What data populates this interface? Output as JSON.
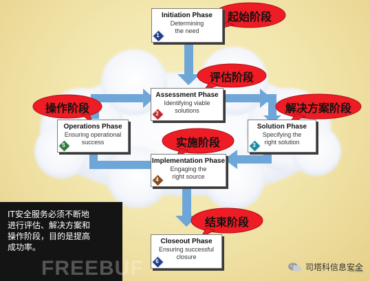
{
  "phases": {
    "initiation": {
      "title": "Initiation Phase",
      "desc1": "Determining",
      "desc2": "the need",
      "num": "1",
      "callout": "起始阶段"
    },
    "assessment": {
      "title": "Assessment Phase",
      "desc1": "Identifying viable",
      "desc2": "solutions",
      "num": "2",
      "callout": "评估阶段"
    },
    "solution": {
      "title": "Solution Phase",
      "desc1": "Specifying the",
      "desc2": "right solution",
      "num": "3",
      "callout": "解决方案阶段"
    },
    "implementation": {
      "title": "Implementation Phase",
      "desc1": "Engaging the",
      "desc2": "right source",
      "num": "4",
      "callout": "实施阶段"
    },
    "operations": {
      "title": "Operations Phase",
      "desc1": "Ensuring operational",
      "desc2": "success",
      "num": "5",
      "callout": "操作阶段"
    },
    "closeout": {
      "title": "Closeout Phase",
      "desc1": "Ensuring successful",
      "desc2": "closure",
      "num": "6",
      "callout": "结束阶段"
    }
  },
  "caption": {
    "line1": "IT安全服务必须不断地",
    "line2": "进行评估、解决方案和",
    "line3": "操作阶段，目的是提高",
    "line4": "成功率。"
  },
  "watermark": "FREEBUF",
  "brand": "司塔科信息安全",
  "code": "00733c",
  "colors": {
    "diamond1": "#1f3f86",
    "diamond2": "#c0262c",
    "diamond3": "#1a8aa0",
    "diamond4": "#8a4b1a",
    "diamond5": "#2d7a3a",
    "diamond6": "#1f3f86",
    "callout_fill": "#ee1c24",
    "arrow": "#6ea6d8"
  }
}
